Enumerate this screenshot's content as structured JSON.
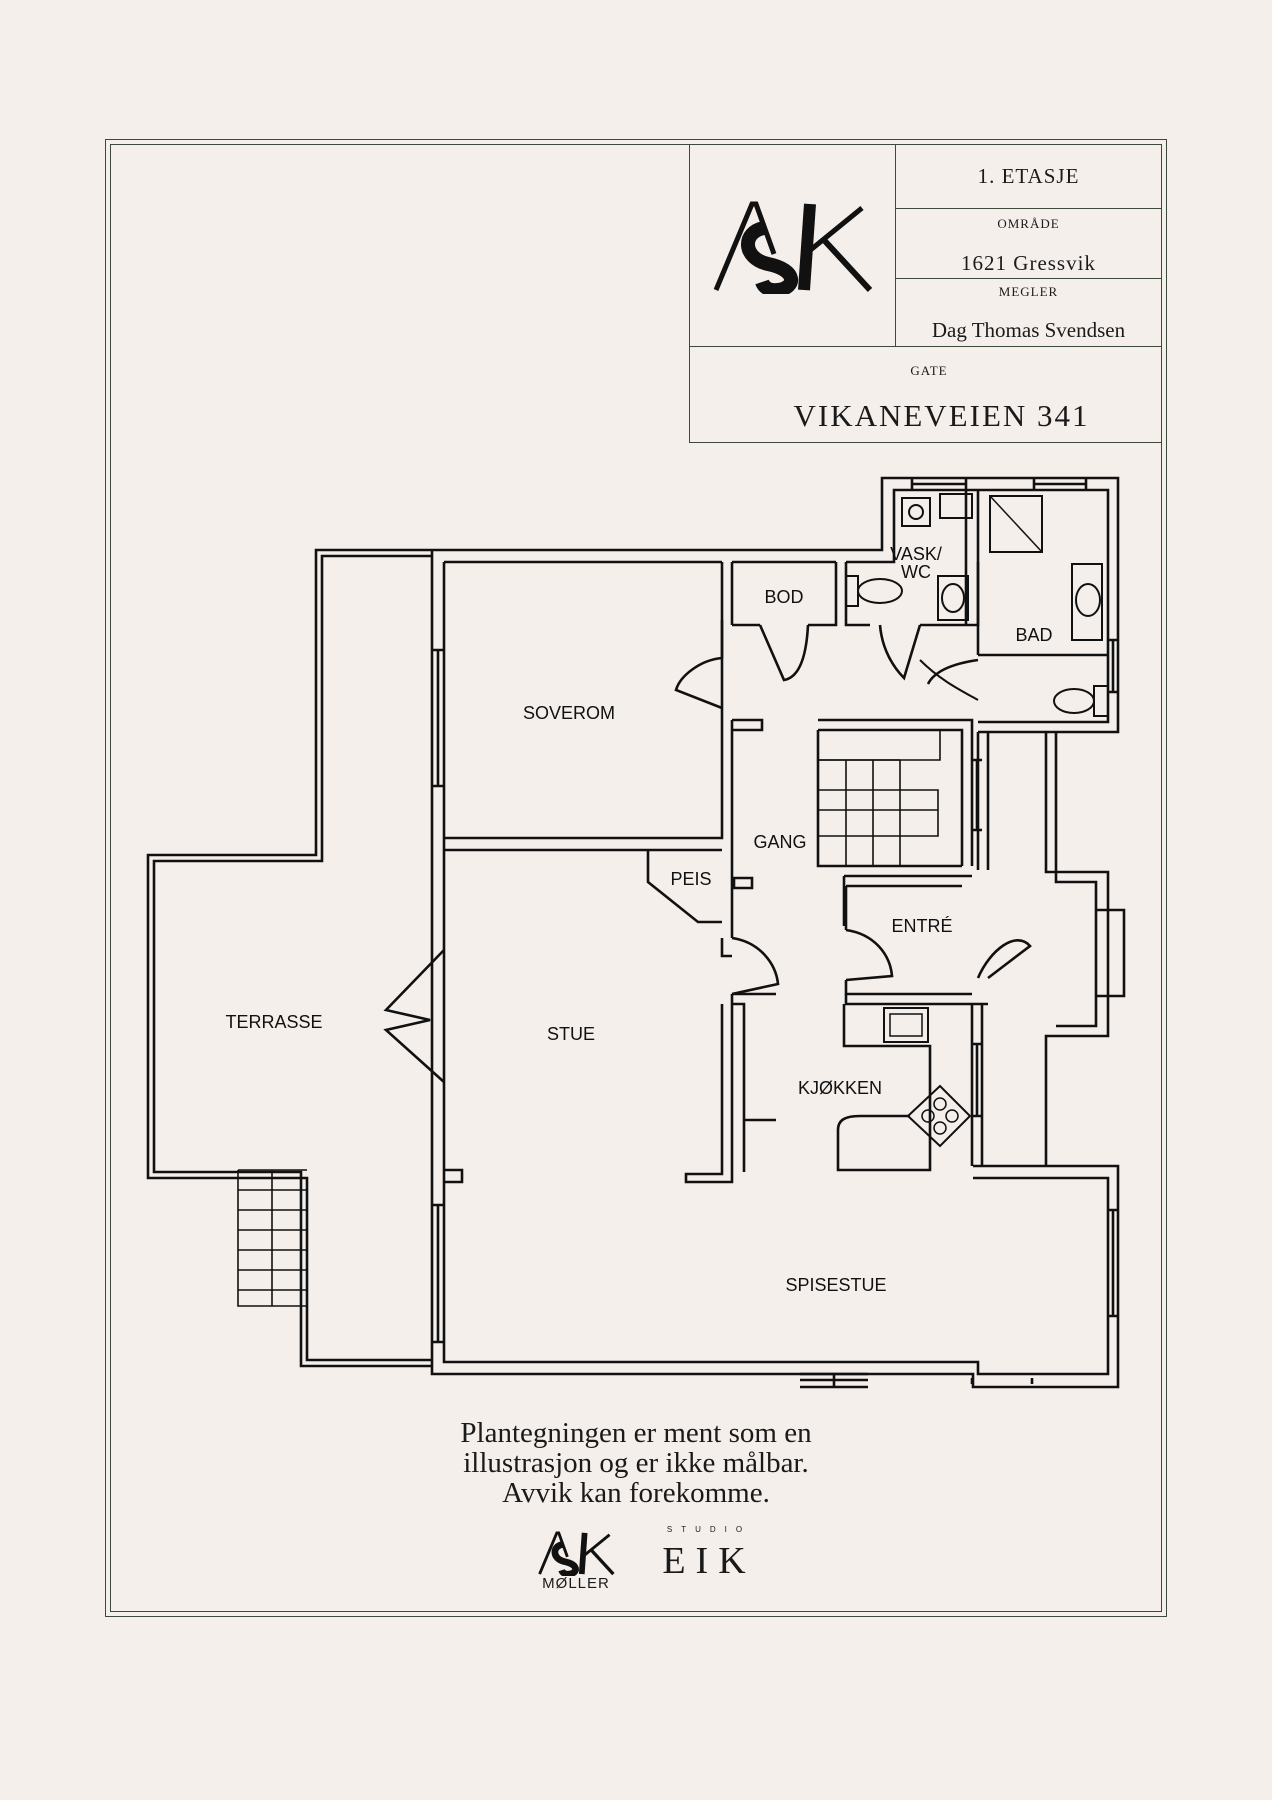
{
  "title_block": {
    "floor": "1. ETASJE",
    "area_label": "OMRÅDE",
    "area_value": "1621 Gressvik",
    "agent_label": "MEGLER",
    "agent_value": "Dag Thomas Svendsen",
    "street_label": "GATE",
    "street_value": "VIKANEVEIEN 341",
    "logo_text": "ASK"
  },
  "rooms": {
    "soverom": "SOVEROM",
    "bod": "BOD",
    "vask_wc_line1": "VASK/",
    "vask_wc_line2": "WC",
    "bad": "BAD",
    "gang": "GANG",
    "peis": "PEIS",
    "entre": "ENTRÉ",
    "terrasse": "TERRASSE",
    "stue": "STUE",
    "kjokken": "KJØKKEN",
    "spisestue": "SPISESTUE"
  },
  "disclaimer": {
    "line1": "Plantegningen er ment som en",
    "line2": "illustrasjon og er ikke målbar.",
    "line3": "Avvik kan forekomme."
  },
  "footer_logos": {
    "ask_text": "ASK",
    "ask_sub": "MØLLER",
    "eik_small": "STUDIO",
    "eik_text": "EIK"
  },
  "colors": {
    "background": "#f5efeb",
    "frame": "#3d4a3a",
    "walls": "#111111"
  }
}
